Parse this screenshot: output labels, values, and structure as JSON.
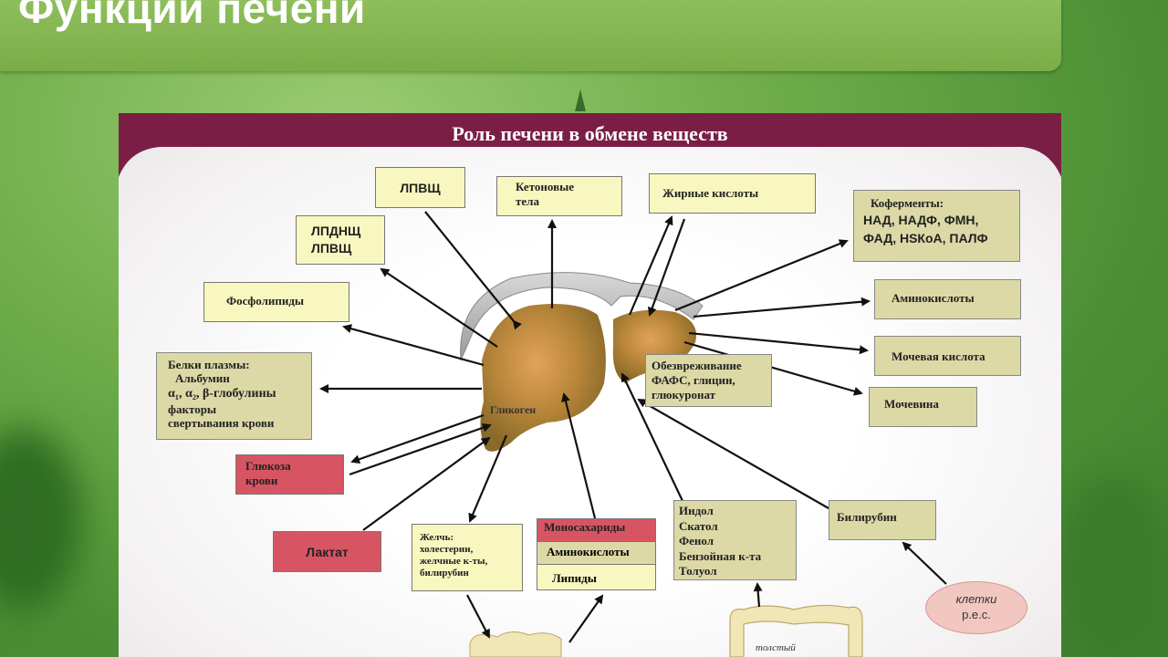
{
  "slide_title": "Функции печени",
  "panel_title": "Роль печени в обмене веществ",
  "colors": {
    "header": "#7aad47",
    "arch": "#7b1e45",
    "box_yellow": "#f8f7c0",
    "box_khaki": "#dcd9a6",
    "box_red": "#d75563"
  },
  "boxes": {
    "lpvsch_top": "ЛПВЩ",
    "ketone": [
      "Кетоновые",
      "тела"
    ],
    "fatty_acids": "Жирные кислоты",
    "coenzymes": [
      "Коферменты:",
      "НАД, НАДФ, ФМН,",
      "ФАД, HSКоА, ПАЛФ"
    ],
    "lpdnsch": [
      "ЛПДНЩ",
      "ЛПВЩ"
    ],
    "phospholipids": "Фосфолипиды",
    "amino_right": "Аминокислоты",
    "plasma_proteins": [
      "Белки плазмы:",
      "Альбумин",
      "α₁, α₂, β-глобулины",
      "факторы",
      "свертывания крови"
    ],
    "detox": [
      "Обезвреживание",
      "ФАФС, глицин,",
      "глюкуронат"
    ],
    "uric_acid": "Мочевая кислота",
    "urea": "Мочевина",
    "glucose": [
      "Глюкоза",
      "крови"
    ],
    "lactate": "Лактат",
    "bile": [
      "Желчь:",
      "холестерин,",
      "желчные к-ты,",
      "билирубин"
    ],
    "monosaccharides": "Моносахариды",
    "amino_bottom": "Аминокислоты",
    "lipids": "Липиды",
    "indole": [
      "Индол",
      "Скатол",
      "Фенол",
      "Бензойная к-та",
      "Толуол"
    ],
    "bilirubin": "Билирубин"
  },
  "liver_label": "Гликоген",
  "ellipse": [
    "клетки",
    "р.е.с."
  ],
  "colon_label": "толстый"
}
